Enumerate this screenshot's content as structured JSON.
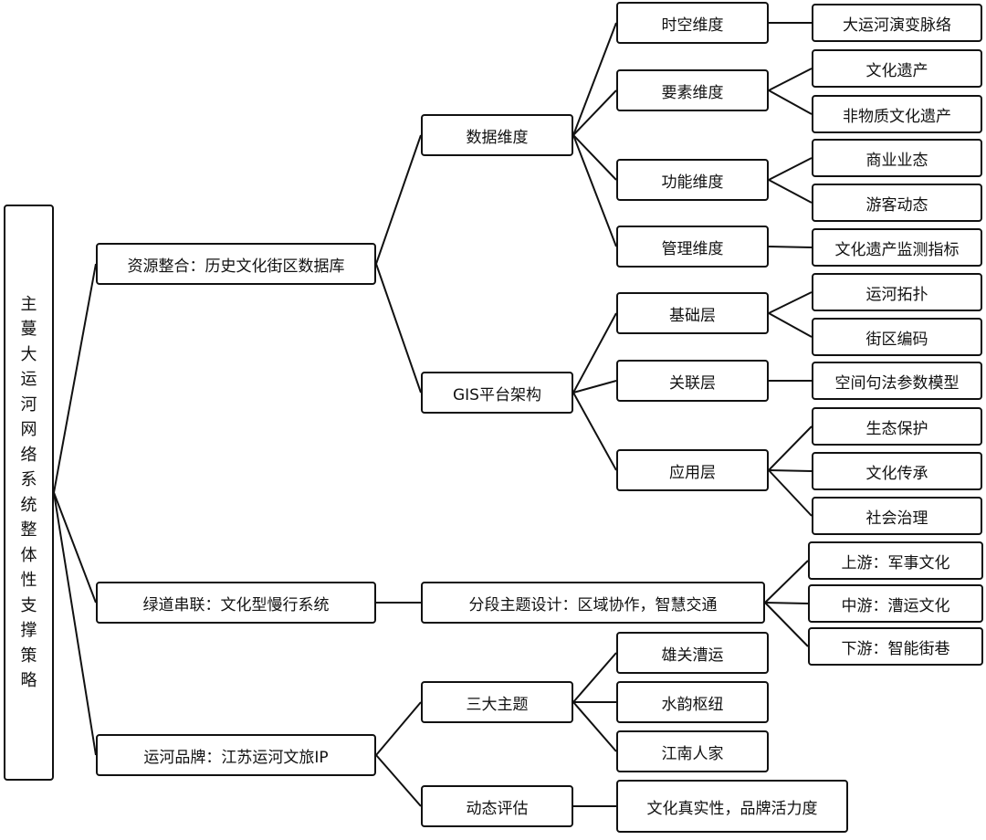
{
  "root": {
    "chars": [
      "主",
      "蔓",
      "大",
      "运",
      "河",
      "网",
      "络",
      "系",
      "统",
      "整",
      "体",
      "性",
      "支",
      "撑",
      "策",
      "略"
    ]
  },
  "branches": {
    "resource": "资源整合：历史文化街区数据库",
    "greenway": "绿道串联：文化型慢行系统",
    "brand": "运河品牌：江苏运河文旅IP"
  },
  "resource": {
    "data_dimension": "数据维度",
    "gis_platform": "GIS平台架构",
    "dims": {
      "spacetime": "时空维度",
      "element": "要素维度",
      "function": "功能维度",
      "management": "管理维度"
    },
    "dim_leaves": {
      "spacetime_1": "大运河演变脉络",
      "element_1": "文化遗产",
      "element_2": "非物质文化遗产",
      "function_1": "商业业态",
      "function_2": "游客动态",
      "management_1": "文化遗产监测指标"
    },
    "layers": {
      "base": "基础层",
      "link": "关联层",
      "app": "应用层"
    },
    "layer_leaves": {
      "base_1": "运河拓扑",
      "base_2": "街区编码",
      "link_1": "空间句法参数模型",
      "app_1": "生态保护",
      "app_2": "文化传承",
      "app_3": "社会治理"
    }
  },
  "greenway": {
    "segment_design": "分段主题设计：区域协作，智慧交通",
    "leaves": {
      "upstream": "上游：军事文化",
      "midstream": "中游：漕运文化",
      "downstream": "下游：智能街巷"
    }
  },
  "brand": {
    "three_themes": "三大主题",
    "dynamic_eval": "动态评估",
    "themes": {
      "t1": "雄关漕运",
      "t2": "水韵枢纽",
      "t3": "江南人家"
    },
    "eval_leaf": "文化真实性，品牌活力度"
  }
}
